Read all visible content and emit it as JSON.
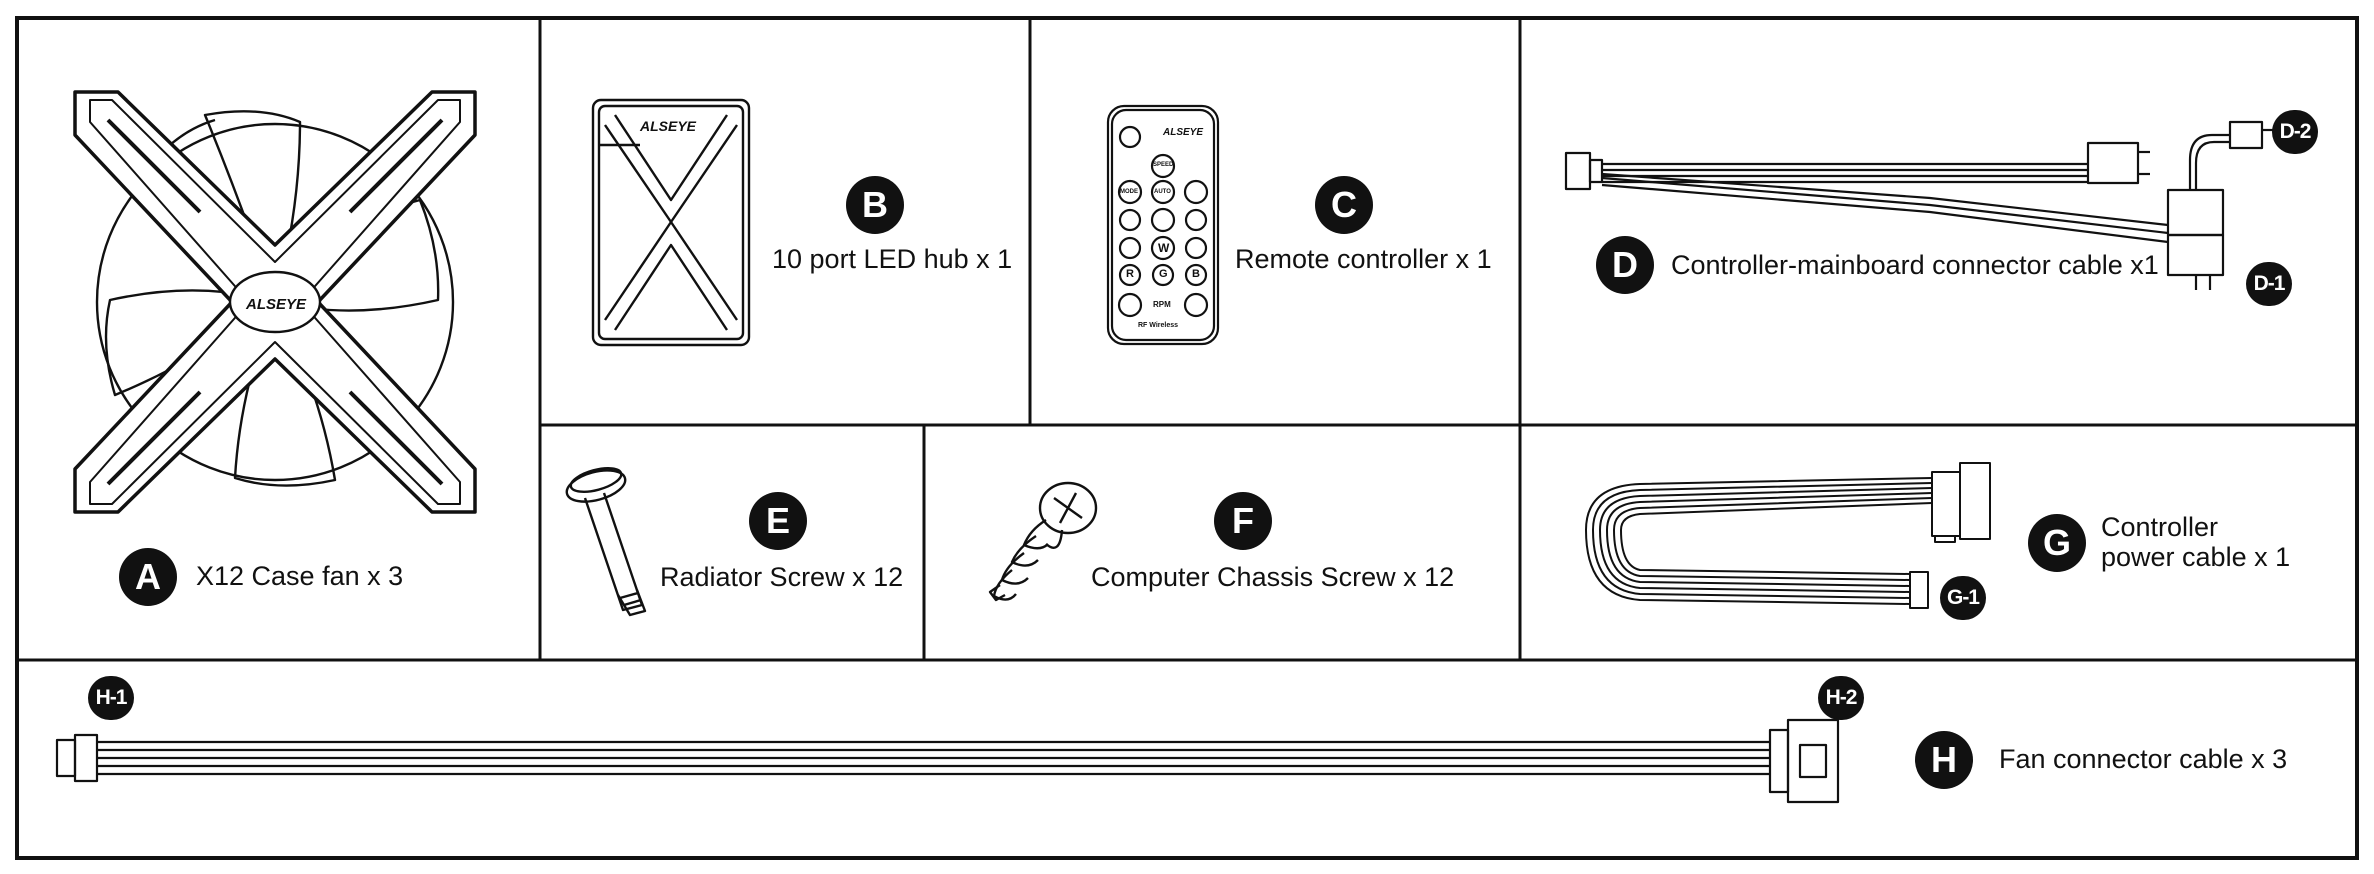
{
  "items": {
    "a": {
      "letter": "A",
      "caption": "X12 Case fan x 3",
      "brand": "ALSEYE"
    },
    "b": {
      "letter": "B",
      "caption": "10 port LED hub x 1",
      "brand": "ALSEYE"
    },
    "c": {
      "letter": "C",
      "caption": "Remote controller x 1",
      "brand": "ALSEYE",
      "buttons": {
        "speed": "SPEED",
        "mode": "MODE",
        "auto": "AUTO",
        "w": "W",
        "r": "R",
        "g": "G",
        "b": "B",
        "rpm": "RPM",
        "wireless": "RF Wireless"
      }
    },
    "d": {
      "letter": "D",
      "caption": "Controller-mainboard connector cable x1",
      "tag1": "D-1",
      "tag2": "D-2"
    },
    "e": {
      "letter": "E",
      "caption": "Radiator Screw x 12"
    },
    "f": {
      "letter": "F",
      "caption": "Computer Chassis Screw x 12"
    },
    "g": {
      "letter": "G",
      "caption_line1": "Controller",
      "caption_line2": "power cable x 1",
      "tag1": "G-1"
    },
    "h": {
      "letter": "H",
      "caption": "Fan connector cable x 3",
      "tag1": "H-1",
      "tag2": "H-2"
    }
  }
}
